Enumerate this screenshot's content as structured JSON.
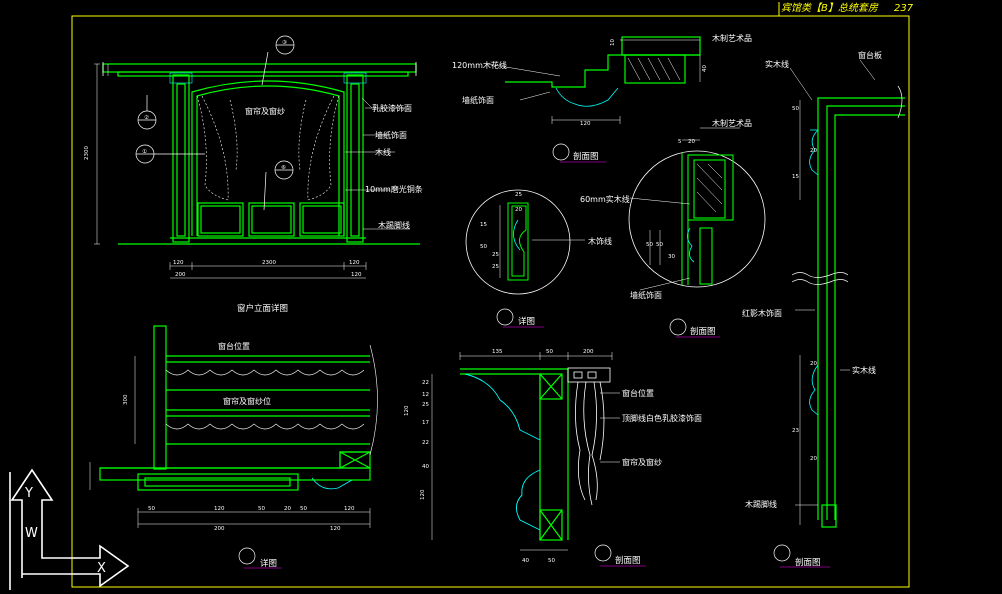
{
  "header": {
    "title": "宾馆类【B】总统套房",
    "page_no": "237"
  },
  "colors": {
    "background": "#000000",
    "frame": "#ffff00",
    "wall": "#00ff00",
    "detail": "#00ffff",
    "fabric": "#ffffff",
    "accent": "#ff00ff"
  },
  "elevation": {
    "title": "窗户立面详图",
    "callouts": [
      "窗帘及窗纱",
      "乳胶漆饰面",
      "墙纸饰面",
      "木线",
      "10mm磨光铜条",
      "木踢脚线"
    ],
    "bubble_labels": [
      "③",
      "②",
      "①",
      "⑥"
    ],
    "dims_bottom": [
      "120",
      "200",
      "2300",
      "120",
      "120"
    ],
    "dim_height": "2300"
  },
  "section1": {
    "title": "剖面图",
    "callouts": [
      "120mm木花线",
      "墙纸饰面",
      "木制艺术品"
    ],
    "dims": [
      "120",
      "40",
      "10"
    ]
  },
  "detail2": {
    "title": "详图",
    "callouts": [
      "木饰线"
    ],
    "dims": [
      "25",
      "20",
      "50",
      "15",
      "25",
      "25"
    ]
  },
  "section5": {
    "title": "剖面图",
    "callouts": [
      "木制艺术品",
      "60mm实木线",
      "墙纸饰面"
    ],
    "dims": [
      "5",
      "20",
      "50",
      "50",
      "30"
    ]
  },
  "section4": {
    "title": "剖面图",
    "callouts": [
      "窗台板",
      "实木线",
      "红影木饰面",
      "实木线",
      "木踢脚线"
    ],
    "dims": [
      "50",
      "20",
      "15",
      "20",
      "23",
      "20"
    ]
  },
  "detail1": {
    "title": "详图",
    "callouts": [
      "窗台位置",
      "窗帘及窗纱位"
    ],
    "dims_bottom": [
      "50",
      "120",
      "50",
      "20",
      "50",
      "120"
    ],
    "dims_total": [
      "200",
      "120"
    ],
    "dim_left": "300"
  },
  "section3": {
    "title": "剖面图",
    "callouts": [
      "窗台位置",
      "顶脚线白色乳胶漆饰面",
      "窗帘及窗纱"
    ],
    "dims_top": [
      "135",
      "50",
      "200"
    ],
    "dims_left": [
      "22",
      "12",
      "25",
      "17",
      "22",
      "120",
      "40",
      "120"
    ],
    "dims_bottom": [
      "40",
      "50"
    ]
  },
  "ucs": {
    "y_label": "Y",
    "x_label": "X",
    "w_label": "W"
  }
}
